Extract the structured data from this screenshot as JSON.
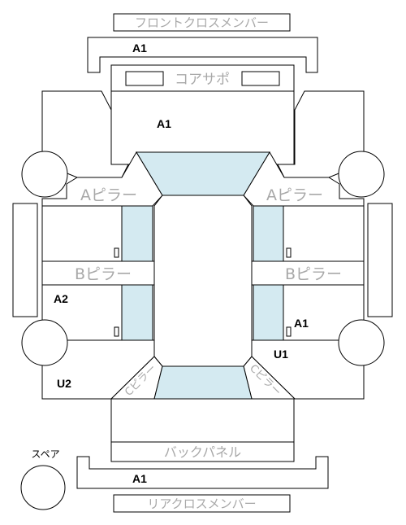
{
  "labels": {
    "front_cross_member": "フロントクロスメンバー",
    "core_support": "コアサポ",
    "a_pillar_left": "Aピラー",
    "a_pillar_right": "Aピラー",
    "b_pillar_left": "Bピラー",
    "b_pillar_right": "Bピラー",
    "back_panel": "バックパネル",
    "rear_cross_member": "リアクロスメンバー",
    "spare": "スペア",
    "c_pillar_left": "Cピラー",
    "c_pillar_right": "Cピラー"
  },
  "grades": {
    "front_member": "A1",
    "hood": "A1",
    "left_rear_door": "A2",
    "right_rear_door": "A1",
    "right_rear_quarter": "U1",
    "left_rear_quarter": "U2",
    "rear_member": "A1"
  },
  "colors": {
    "glass": "#d4eaf1",
    "outline": "#000000",
    "label_gray": "#a8a8a8"
  }
}
